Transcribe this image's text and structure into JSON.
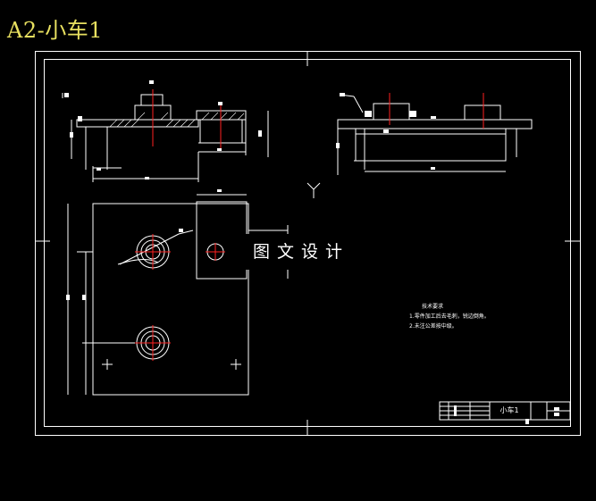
{
  "drawing": {
    "sheet_title": "A2-小车1",
    "watermark": "图文设计",
    "technical_notes": {
      "heading": "技术要求",
      "items": [
        "1.零件加工后去毛刺，锐边倒角。",
        "2.未注公差按中级。"
      ]
    },
    "title_block": {
      "part_name": "小车1"
    },
    "colors": {
      "background": "#000000",
      "lines": "#ffffff",
      "centerlines": "#ff2020",
      "title_text": "#e8e060"
    }
  }
}
